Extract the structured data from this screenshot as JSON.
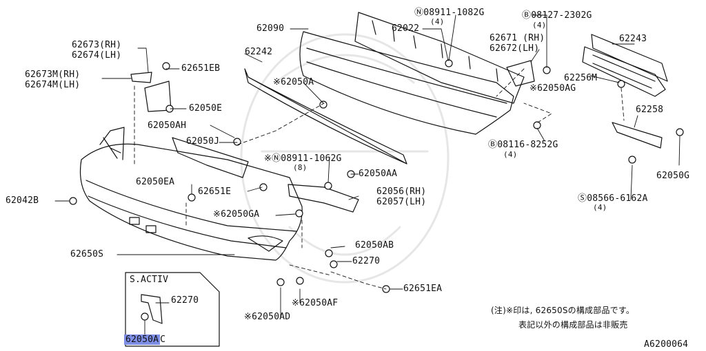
{
  "diagram": {
    "watermark_note": "",
    "inset_title": "S.ACTIV",
    "labels": {
      "p62090": "62090",
      "p62022": "62022",
      "n08911_1082G": "Ⓝ08911-1082G",
      "n08911_1082G_qty": "(4)",
      "b08127_2302G": "Ⓑ08127-2302G",
      "b08127_2302G_qty": "(4)",
      "p62673": "62673(RH)",
      "p62674": "62674(LH)",
      "p62673M": "62673M(RH)",
      "p62674M": "62674M(LH)",
      "p62651EB": "62651EB",
      "p62242": "62242",
      "p62050A": "※62050A",
      "p62671": "62671 (RH)",
      "p62672": "62672(LH)",
      "p62243": "62243",
      "p62256M": "62256M",
      "p62050AG": "※62050AG",
      "p62050E": "62050E",
      "p62050AH": "62050AH",
      "p62050J": "62050J",
      "p62258": "62258",
      "b08116_8252G": "Ⓑ08116-8252G",
      "b08116_8252G_qty": "(4)",
      "n08911_1062G": "※Ⓝ08911-1062G",
      "n08911_1062G_qty": "(8)",
      "p62050EA": "62050EA",
      "p62050AA": "62050AA",
      "p62050G": "62050G",
      "p62651E": "62651E",
      "p62056": "62056(RH)",
      "p62057": "62057(LH)",
      "p62042B": "62042B",
      "s08566_6162A": "Ⓢ08566-6162A",
      "s08566_6162A_qty": "(4)",
      "p62050GA": "※62050GA",
      "p62050AB": "62050AB",
      "p62650S": "62650S",
      "p62270": "62270",
      "p62651EA": "62651EA",
      "p62050AF": "※62050AF",
      "p62050AD": "※62050AD",
      "inset_62270": "62270",
      "inset_62050AC_hl": "62050A",
      "inset_62050AC_rest": "C"
    },
    "note_line1": "(注)※印は, 62650Sの構成部品です。",
    "note_line2": "表記以外の構成部品は非販売",
    "figure_code": "A6200064"
  }
}
